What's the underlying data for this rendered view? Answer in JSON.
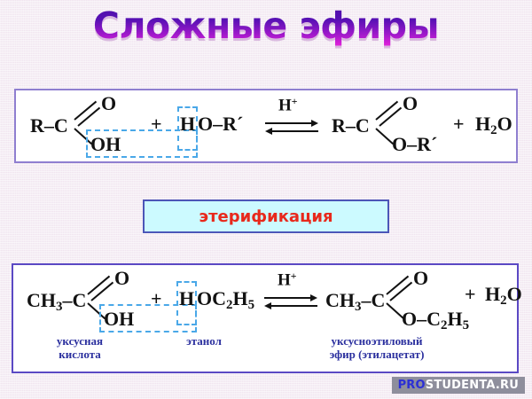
{
  "slide": {
    "title": "Сложные эфиры",
    "background_color": "#f0e4ef",
    "title_gradient_from": "#4b0fa8",
    "title_gradient_to": "#e93fe0"
  },
  "reaction_general": {
    "panel_border_color": "#8f7fd0",
    "reactant_acid": {
      "backbone": "R–C",
      "carbonyl_oxygen": "O",
      "hydroxyl": "OH"
    },
    "plus_1": "+",
    "reactant_alcohol": {
      "leaving_hydrogen": "H",
      "rest": "O–R´"
    },
    "catalyst": "H",
    "catalyst_charge": "+",
    "product_ester": {
      "backbone": "R–C",
      "carbonyl_oxygen": "O",
      "ester_oxygen": "O–R´"
    },
    "plus_2": "+",
    "product_water": "H",
    "product_water_sub": "2",
    "product_water_o": "O"
  },
  "middle_label": {
    "text": "этерификация",
    "text_color": "#e8291c",
    "fill_color": "#ccfaff",
    "border_color": "#4c56b8"
  },
  "reaction_specific": {
    "panel_border_color": "#5b49c4",
    "reactant_acid": {
      "methyl": "CH",
      "methyl_sub": "3",
      "backbone": "–C",
      "carbonyl_oxygen": "O",
      "hydroxyl": "OH"
    },
    "plus_1": "+",
    "reactant_alcohol": {
      "leaving_hydrogen": "H",
      "o": "OC",
      "o_sub": "2",
      "h": "H",
      "h_sub": "5"
    },
    "catalyst": "H",
    "catalyst_charge": "+",
    "product_ester": {
      "methyl": "CH",
      "methyl_sub": "3",
      "backbone": "–C",
      "carbonyl_oxygen": "O",
      "ester_o": "O–C",
      "ester_sub1": "2",
      "ester_h": "H",
      "ester_sub2": "5"
    },
    "plus_2": "+",
    "product_water": "H",
    "product_water_sub": "2",
    "product_water_o": "O",
    "captions": {
      "acid": "уксусная\nкислота",
      "alcohol": "этанол",
      "ester": "уксусноэтиловый\nэфир (этилацетат)",
      "color": "#2a2f9e"
    }
  },
  "highlight": {
    "color": "#4aa8e8",
    "meaning": "water-fragment-dashed-box"
  },
  "watermark": {
    "prefix": "PRO",
    "suffix": "STUDENTA.RU",
    "background": "#8e8e9c"
  }
}
